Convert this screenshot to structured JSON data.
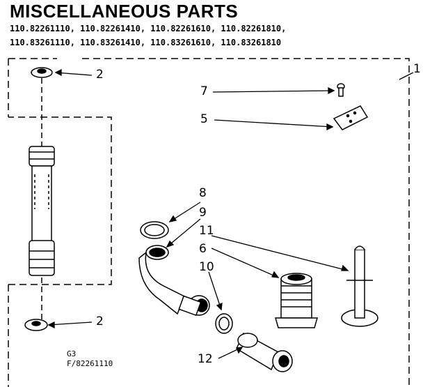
{
  "title": "MISCELLANEOUS PARTS",
  "models": {
    "line1": "110.82261110, 110.82261410, 110.82261610, 110.82261810,",
    "line2": "110.83261110, 110.83261410, 110.83261610, 110.83261810"
  },
  "callouts": {
    "c1": "1",
    "c2_top": "2",
    "c2_bottom": "2",
    "c5": "5",
    "c6": "6",
    "c7": "7",
    "c8": "8",
    "c9": "9",
    "c10": "10",
    "c11": "11",
    "c12": "12"
  },
  "footer": {
    "code": "G3",
    "ref": "F/82261110"
  }
}
